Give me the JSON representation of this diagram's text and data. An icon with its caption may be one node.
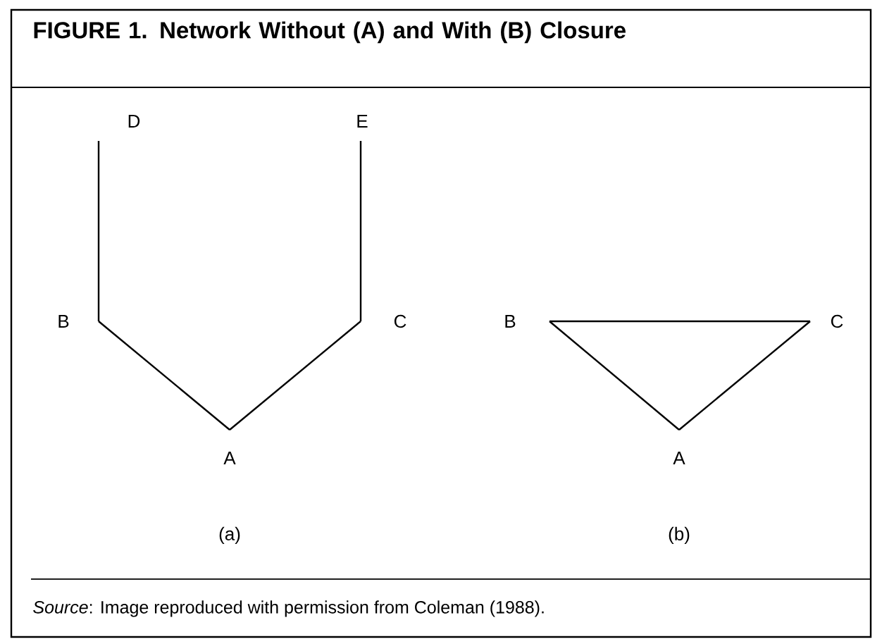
{
  "diagram": {
    "title": "FIGURE 1.   Network Without (A) and With (B) Closure",
    "caption": "*Source*: Image reproduced with permission from Coleman (1988).",
    "nodes": [
      {
        "text": [
          "D"
        ]
      },
      {
        "text": [
          "B"
        ]
      },
      {
        "text": [
          "A"
        ]
      },
      {
        "text": [
          "C"
        ]
      },
      {
        "text": [
          "E"
        ]
      },
      {
        "text": [
          "B"
        ]
      },
      {
        "text": [
          "C"
        ]
      },
      {
        "text": [
          "A"
        ]
      }
    ],
    "edges": [
      {
        "from": 0,
        "to": 1,
        "arrow": "none"
      },
      {
        "from": 1,
        "to": 2,
        "arrow": "none"
      },
      {
        "from": 2,
        "to": 3,
        "arrow": "none"
      },
      {
        "from": 3,
        "to": 4,
        "arrow": "none"
      },
      {
        "from": 5,
        "to": 6,
        "arrow": "none"
      },
      {
        "from": 5,
        "to": 7,
        "arrow": "none"
      },
      {
        "from": 6,
        "to": 7,
        "arrow": "none"
      }
    ],
    "labels": [
      "(a)",
      "(b)"
    ]
  }
}
